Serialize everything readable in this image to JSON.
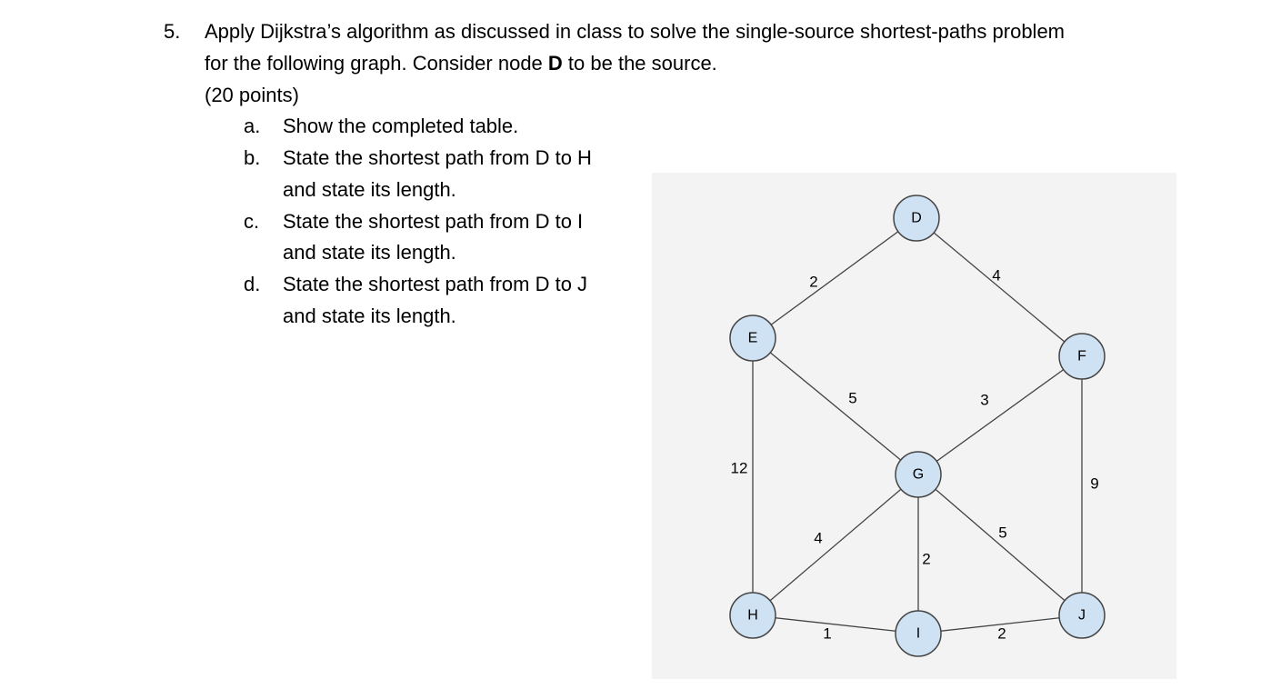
{
  "question": {
    "number": "5.",
    "line1": "Apply Dijkstra’s algorithm as discussed in class to solve the single-source shortest-paths problem",
    "line2_pre": "for the following graph.  Consider node ",
    "line2_bold": "D",
    "line2_post": " to be the source.",
    "points": "(20 points)"
  },
  "parts": [
    {
      "letter": "a.",
      "lines": [
        "Show the completed table."
      ]
    },
    {
      "letter": "b.",
      "lines": [
        "State the shortest path from D to H",
        "and state its length."
      ]
    },
    {
      "letter": "c.",
      "lines": [
        "State the shortest path from D to I",
        "and state its length."
      ]
    },
    {
      "letter": "d.",
      "lines": [
        "State the shortest path from D to J",
        "and state its length."
      ]
    }
  ],
  "graph": {
    "colors": {
      "node_fill": "#cfe2f3",
      "node_stroke": "#444444",
      "edge": "#444444",
      "background": "#f3f3f3"
    },
    "nodes": [
      "D",
      "E",
      "F",
      "G",
      "H",
      "I",
      "J"
    ],
    "edges": [
      {
        "from": "D",
        "to": "E",
        "weight": "2"
      },
      {
        "from": "D",
        "to": "F",
        "weight": "4"
      },
      {
        "from": "E",
        "to": "G",
        "weight": "5"
      },
      {
        "from": "F",
        "to": "G",
        "weight": "3"
      },
      {
        "from": "E",
        "to": "H",
        "weight": "12"
      },
      {
        "from": "F",
        "to": "J",
        "weight": "9"
      },
      {
        "from": "G",
        "to": "H",
        "weight": "4"
      },
      {
        "from": "G",
        "to": "I",
        "weight": "2"
      },
      {
        "from": "G",
        "to": "J",
        "weight": "5"
      },
      {
        "from": "H",
        "to": "I",
        "weight": "1"
      },
      {
        "from": "I",
        "to": "J",
        "weight": "2"
      }
    ]
  }
}
